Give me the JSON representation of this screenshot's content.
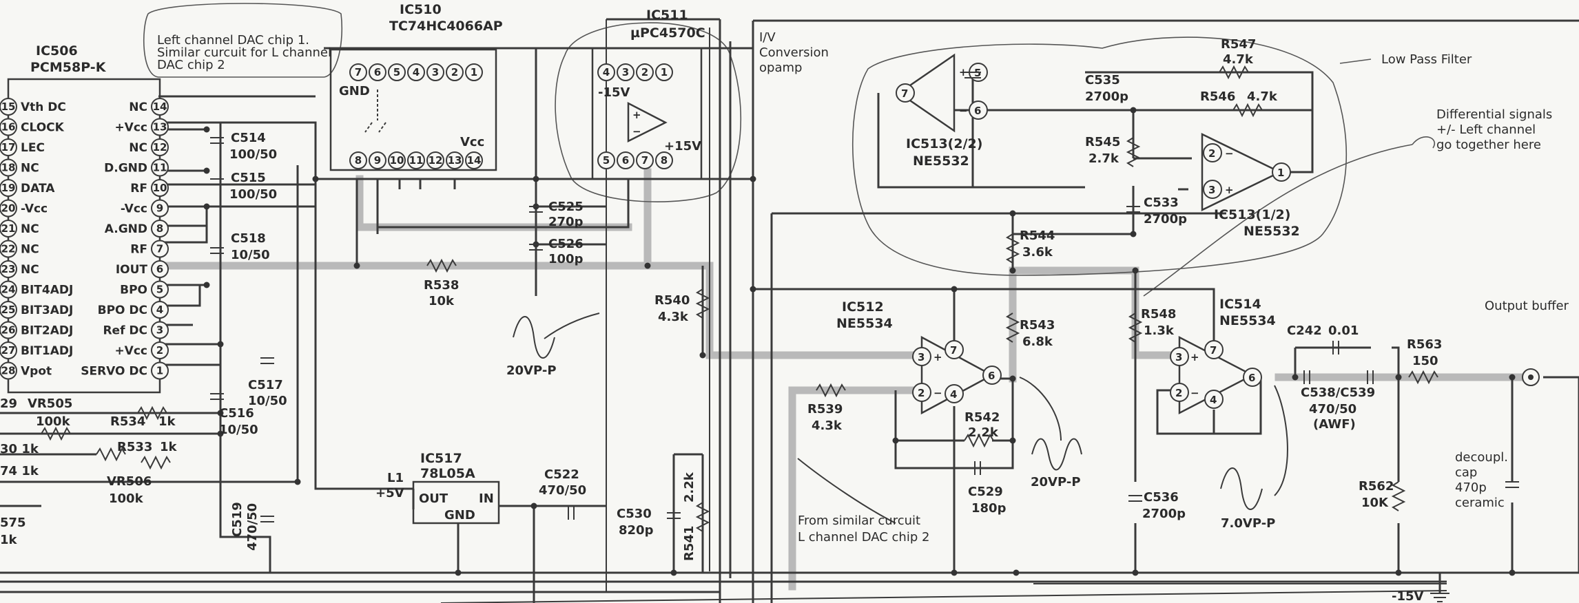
{
  "notes": {
    "left_dac": [
      "Left channel DAC chip 1.",
      "Similar curcuit for L channel",
      "DAC chip 2"
    ],
    "iv_conversion": [
      "I/V",
      "Conversion",
      "opamp"
    ],
    "low_pass_filter": "Low Pass Filter",
    "differential": [
      "Differential signals",
      "+/- Left channel",
      "go together here"
    ],
    "output_buffer": "Output buffer",
    "from_similar": [
      "From similar curcuit",
      "L channel DAC chip 2"
    ],
    "decoupl": [
      "decoupl.",
      "cap",
      "470p",
      "ceramic"
    ]
  },
  "ics": {
    "ic506": {
      "ref": "IC506",
      "part": "PCM58P-K"
    },
    "ic510": {
      "ref": "IC510",
      "part": "TC74HC4066AP"
    },
    "ic511": {
      "ref": "IC511",
      "part": "µPC4570C"
    },
    "ic513b": {
      "ref": "IC513(2/2)",
      "part": "NE5532"
    },
    "ic513a": {
      "ref": "IC513(1/2)",
      "part": "NE5532"
    },
    "ic512": {
      "ref": "IC512",
      "part": "NE5534"
    },
    "ic514": {
      "ref": "IC514",
      "part": "NE5534"
    },
    "ic517": {
      "ref": "IC517",
      "part": "78L05A"
    }
  },
  "ic506_left_pins": [
    {
      "num": "15",
      "label": "Vth DC"
    },
    {
      "num": "16",
      "label": "CLOCK"
    },
    {
      "num": "17",
      "label": "LEC"
    },
    {
      "num": "18",
      "label": "NC"
    },
    {
      "num": "19",
      "label": "DATA"
    },
    {
      "num": "20",
      "label": "-Vcc"
    },
    {
      "num": "21",
      "label": "NC"
    },
    {
      "num": "22",
      "label": "NC"
    },
    {
      "num": "23",
      "label": "NC"
    },
    {
      "num": "24",
      "label": "BIT4ADJ"
    },
    {
      "num": "25",
      "label": "BIT3ADJ"
    },
    {
      "num": "26",
      "label": "BIT2ADJ"
    },
    {
      "num": "27",
      "label": "BIT1ADJ"
    },
    {
      "num": "28",
      "label": "Vpot"
    }
  ],
  "ic506_right_pins": [
    {
      "num": "14",
      "label": "NC"
    },
    {
      "num": "13",
      "label": "+Vcc"
    },
    {
      "num": "12",
      "label": "NC"
    },
    {
      "num": "11",
      "label": "D.GND"
    },
    {
      "num": "10",
      "label": "RF"
    },
    {
      "num": "9",
      "label": "-Vcc"
    },
    {
      "num": "8",
      "label": "A.GND"
    },
    {
      "num": "7",
      "label": "RF"
    },
    {
      "num": "6",
      "label": "IOUT"
    },
    {
      "num": "5",
      "label": "BPO"
    },
    {
      "num": "4",
      "label": "BPO DC"
    },
    {
      "num": "3",
      "label": "Ref DC"
    },
    {
      "num": "2",
      "label": "+Vcc"
    },
    {
      "num": "1",
      "label": "SERVO DC"
    }
  ],
  "ic510_pins_top": [
    "7",
    "6",
    "5",
    "4",
    "3",
    "2",
    "1"
  ],
  "ic510_pins_bottom": [
    "8",
    "9",
    "10",
    "11",
    "12",
    "13",
    "14"
  ],
  "ic510_labels": {
    "gnd": "GND",
    "vcc": "Vcc"
  },
  "ic511_pins_top": [
    "4",
    "3",
    "2",
    "1"
  ],
  "ic511_pins_bottom": [
    "5",
    "6",
    "7",
    "8"
  ],
  "ic511_labels": {
    "neg": "-15V",
    "pos": "+15V"
  },
  "ic517_labels": {
    "out": "OUT",
    "in": "IN",
    "gnd": "GND",
    "l1": "L1",
    "v5": "+5V"
  },
  "left_edge": {
    "r29": "29",
    "vr505": "VR505",
    "r30": "30  1k",
    "r74": "74 1k",
    "r575a": "575",
    "r575b": "1k"
  },
  "components": {
    "c514": {
      "ref": "C514",
      "val": "100/50"
    },
    "c515": {
      "ref": "C515",
      "val": "100/50"
    },
    "c518": {
      "ref": "C518",
      "val": "10/50"
    },
    "c517": {
      "ref": "C517",
      "val": "10/50"
    },
    "c516": {
      "ref": "C516",
      "val": "10/50"
    },
    "c519": {
      "ref": "C519",
      "val": "470/50"
    },
    "r534": {
      "ref": "R534",
      "val": "1k"
    },
    "vr505val": {
      "val": "100k"
    },
    "r533": {
      "ref": "R533",
      "val": "1k"
    },
    "vr506": {
      "ref": "VR506",
      "val": "100k"
    },
    "r538": {
      "ref": "R538",
      "val": "10k"
    },
    "c525": {
      "ref": "C525",
      "val": "270p"
    },
    "c526": {
      "ref": "C526",
      "val": "100p"
    },
    "c522": {
      "ref": "C522",
      "val": "470/50"
    },
    "c530": {
      "ref": "C530",
      "val": "820p"
    },
    "r541": {
      "ref": "R541",
      "val": "2.2k"
    },
    "r540": {
      "ref": "R540",
      "val": "4.3k"
    },
    "r547": {
      "ref": "R547",
      "val": "4.7k"
    },
    "c535": {
      "ref": "C535",
      "val": "2700p"
    },
    "r546": {
      "ref": "R546",
      "val": "4.7k"
    },
    "r545": {
      "ref": "R545",
      "val": "2.7k"
    },
    "c533": {
      "ref": "C533",
      "val": "2700p"
    },
    "r544": {
      "ref": "R544",
      "val": "3.6k"
    },
    "r543": {
      "ref": "R543",
      "val": "6.8k"
    },
    "r548": {
      "ref": "R548",
      "val": "1.3k"
    },
    "r539": {
      "ref": "R539",
      "val": "4.3k"
    },
    "r542": {
      "ref": "R542",
      "val": "2.2k"
    },
    "c529": {
      "ref": "C529",
      "val": "180p"
    },
    "c536": {
      "ref": "C536",
      "val": "2700p"
    },
    "c242": {
      "ref": "C242",
      "val": "0.01"
    },
    "c538": {
      "ref": "C538/C539",
      "val": "470/50",
      "extra": "(AWF)"
    },
    "r563": {
      "ref": "R563",
      "val": "150"
    },
    "r562": {
      "ref": "R562",
      "val": "10K"
    }
  },
  "waveforms": {
    "w1": "20VP-P",
    "w2": "20VP-P",
    "w3": "7.0VP-P"
  },
  "supply": {
    "neg15": "-15V"
  }
}
